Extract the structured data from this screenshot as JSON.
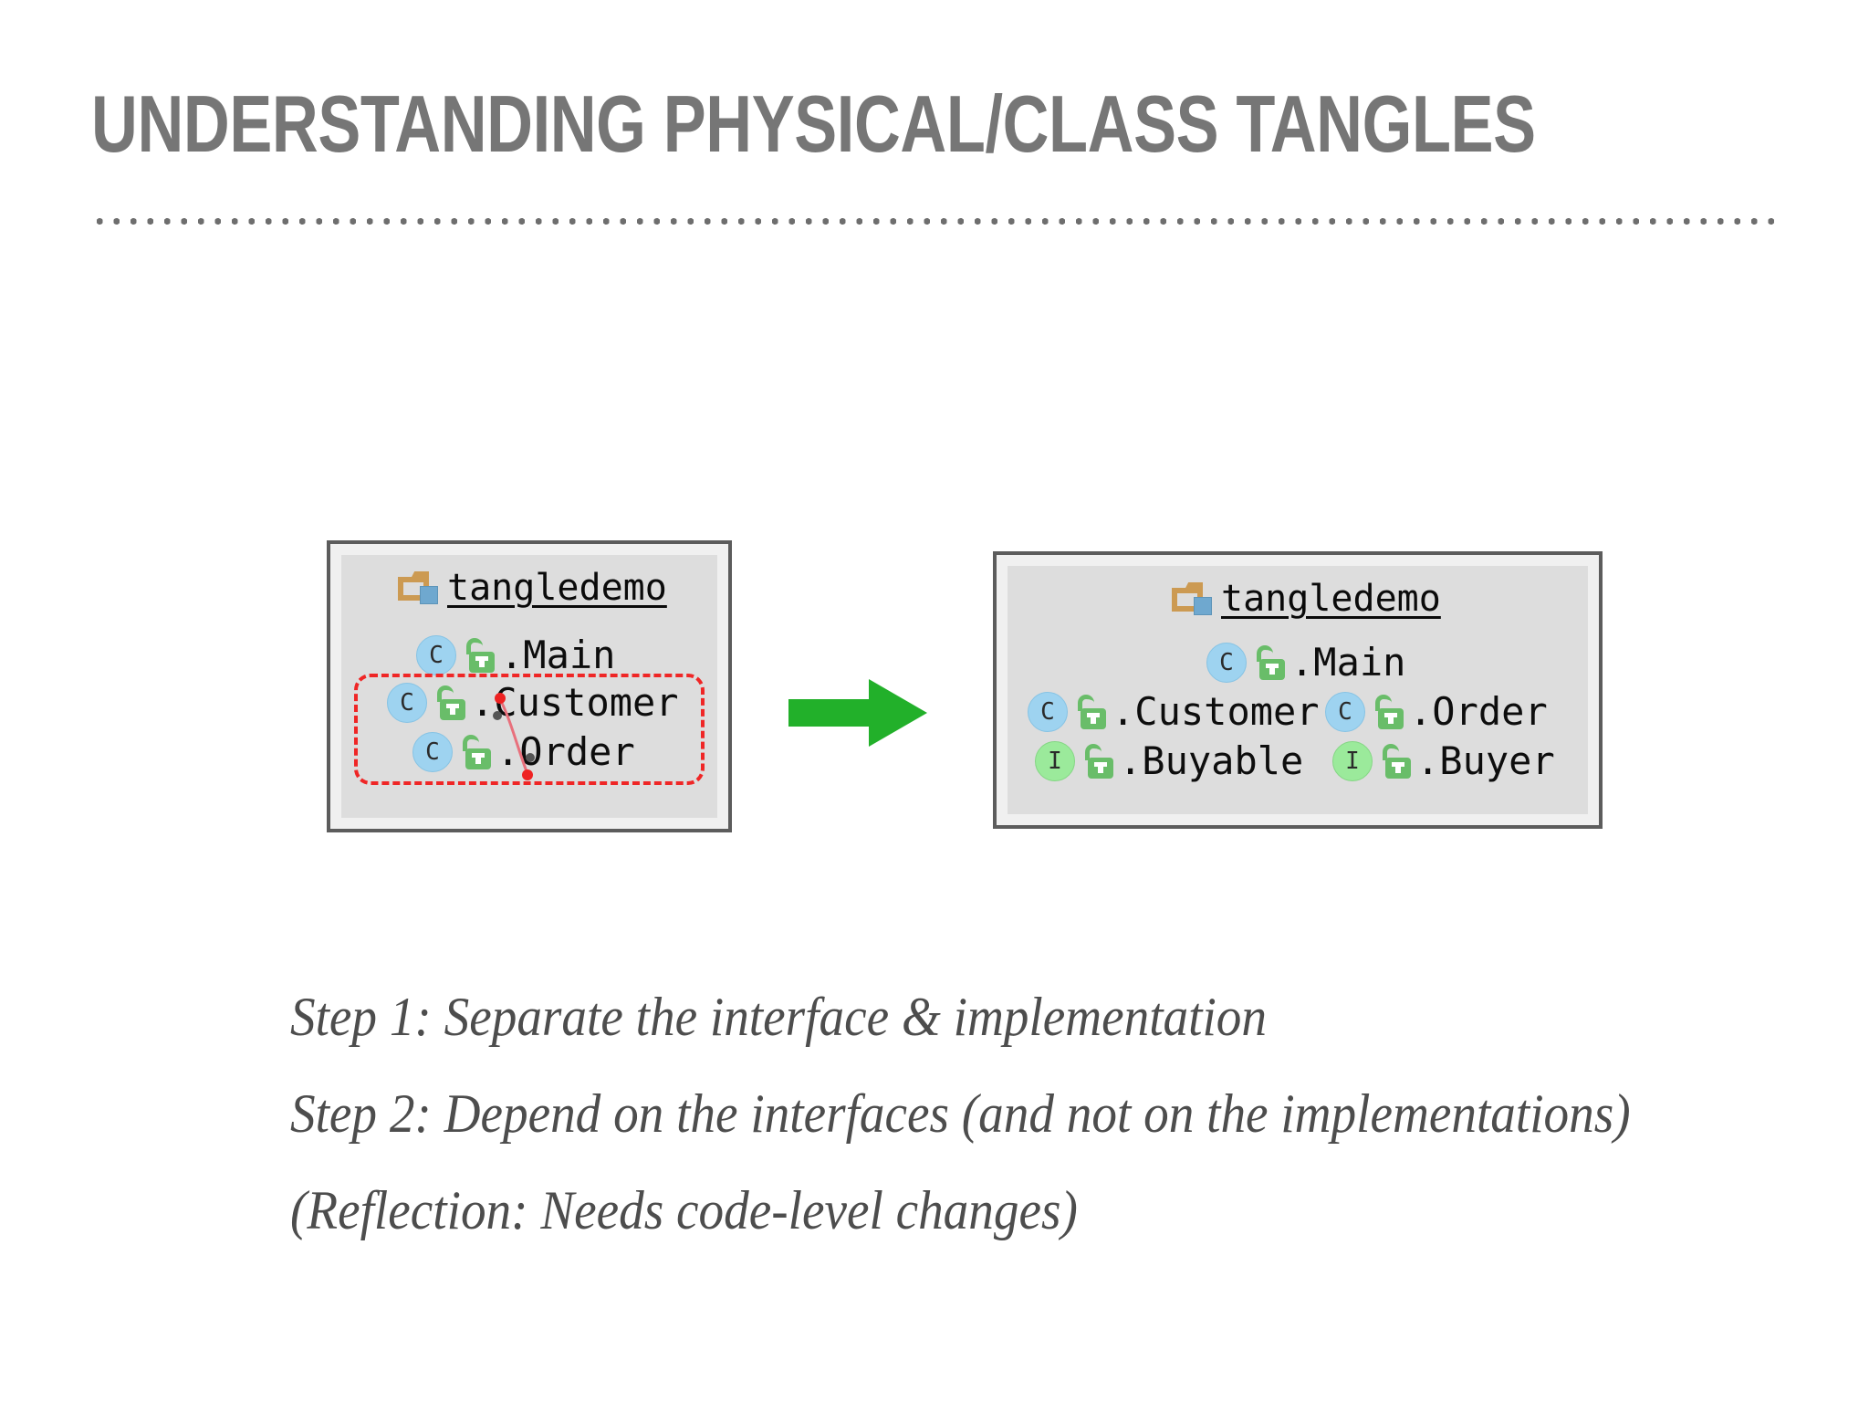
{
  "slide": {
    "title": "UNDERSTANDING PHYSICAL/CLASS TANGLES",
    "title_color": "#767676",
    "background": "#ffffff"
  },
  "divider": {
    "name": "dotted-rule",
    "color": "#6e6e6e"
  },
  "diagram": {
    "arrow": {
      "direction": "right",
      "color": "#22b02a"
    },
    "panels": [
      {
        "id": "before",
        "package": {
          "name": "tangledemo",
          "icon": "folder-icon"
        },
        "rows": [
          {
            "kind": "C",
            "kind_label": "class",
            "separator": ".",
            "name": "Main"
          },
          {
            "kind": "C",
            "kind_label": "class",
            "separator": ".",
            "name": "Customer"
          },
          {
            "kind": "C",
            "kind_label": "class",
            "separator": ".",
            "name": "Order"
          }
        ],
        "tangle_highlight": {
          "color": "#ef2626",
          "style": "dashed",
          "members": [
            "Customer",
            "Order"
          ]
        },
        "tangle_link": {
          "color": "#e8707c",
          "endpoint_color": "#ee2222"
        }
      },
      {
        "id": "after",
        "package": {
          "name": "tangledemo",
          "icon": "folder-icon"
        },
        "rows_top": [
          {
            "kind": "C",
            "kind_label": "class",
            "separator": ".",
            "name": "Main"
          }
        ],
        "rows_left": [
          {
            "kind": "C",
            "kind_label": "class",
            "separator": ".",
            "name": "Customer"
          },
          {
            "kind": "I",
            "kind_label": "interface",
            "separator": ".",
            "name": "Buyable"
          }
        ],
        "rows_right": [
          {
            "kind": "C",
            "kind_label": "class",
            "separator": ".",
            "name": "Order"
          },
          {
            "kind": "I",
            "kind_label": "interface",
            "separator": ".",
            "name": "Buyer"
          }
        ]
      }
    ]
  },
  "body": {
    "lines": [
      "Step 1: Separate the interface & implementation",
      "Step 2: Depend on the interfaces (and not on the implementations)",
      "(Reflection: Needs code-level changes)"
    ]
  },
  "colors": {
    "class_badge": "#9ed3f0",
    "interface_badge": "#9bea9b",
    "lock": "#69bd69",
    "folder": "#cc9a52",
    "folder_square": "#6fa8cf",
    "panel_border": "#5c5c5c",
    "panel_bg": "#dddddd",
    "body_text": "#4d4d4d"
  }
}
